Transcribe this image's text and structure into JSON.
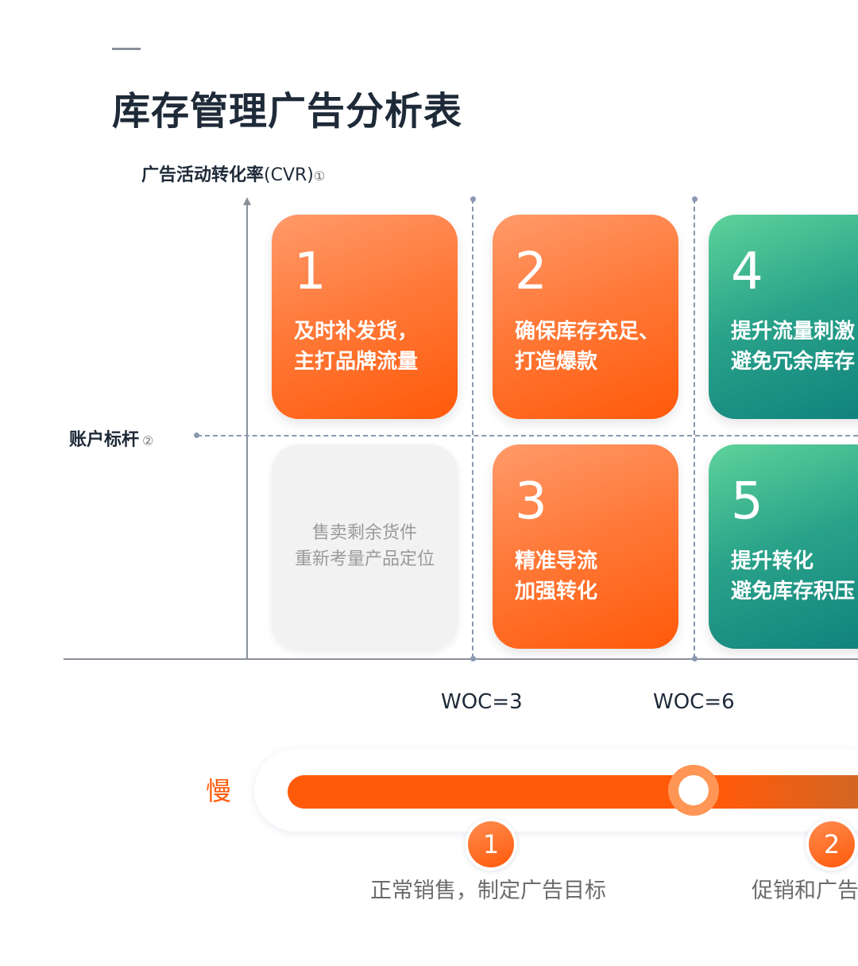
{
  "page": {
    "title": "库存管理广告分析表"
  },
  "axes": {
    "y_title": "广告活动转化率",
    "y_title_abbr": "(CVR)",
    "y_title_note": "①",
    "benchmark_label": "账户标杆",
    "benchmark_note": "②",
    "x_markers": [
      "WOC=3",
      "WOC=6"
    ]
  },
  "cards": [
    {
      "id": "1",
      "number": "1",
      "line1": "及时补发货，",
      "line2": "主打品牌流量",
      "color": "#ff6a20"
    },
    {
      "id": "2",
      "number": "2",
      "line1": "确保库存充足、",
      "line2": "打造爆款",
      "color": "#ff6a20"
    },
    {
      "id": "4",
      "number": "4",
      "line1": "提升流量刺激",
      "line2": "避免冗余库存",
      "color": "#1e9a88"
    },
    {
      "id": "grey",
      "line1": "售卖剩余货件",
      "line2": "重新考量产品定位",
      "color": "#f2f2f2"
    },
    {
      "id": "3",
      "number": "3",
      "line1": "精准导流",
      "line2": "加强转化",
      "color": "#ff6a20"
    },
    {
      "id": "5",
      "number": "5",
      "line1": "提升转化",
      "line2": "避免库存积压",
      "color": "#1e9a88"
    }
  ],
  "slider": {
    "left_label": "慢",
    "value_fraction": 0.67,
    "accent": "#ff5a0a",
    "steps": [
      {
        "number": "1",
        "label": "正常销售，制定广告目标"
      },
      {
        "number": "2",
        "label": "促销和广告"
      }
    ]
  }
}
